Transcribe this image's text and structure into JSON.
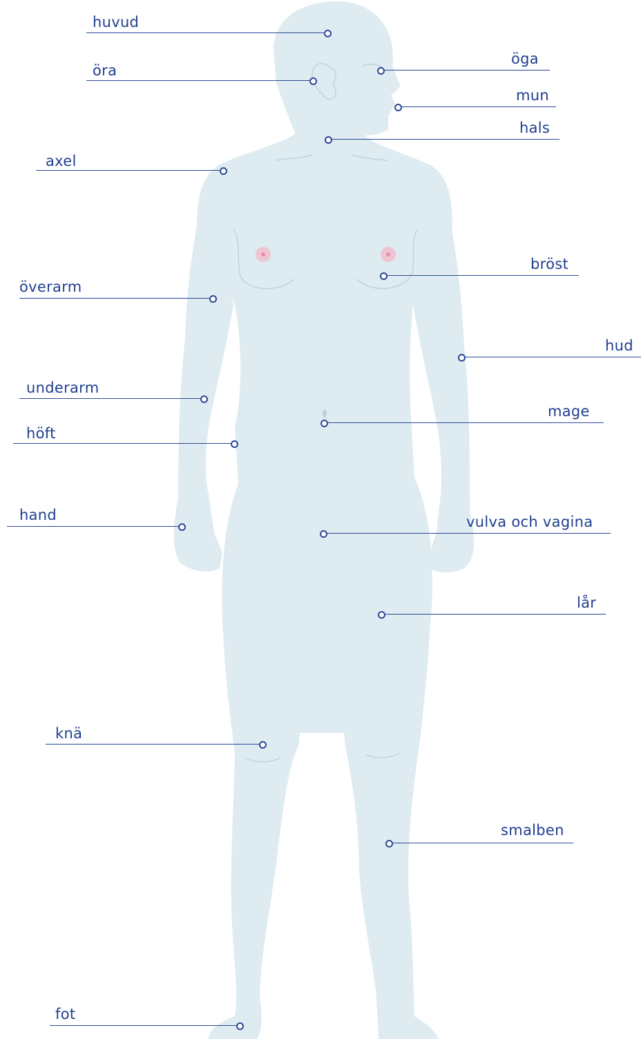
{
  "colors": {
    "body": "#deebf1",
    "label": "#1f3e8f",
    "line": "#2b4797",
    "nipple": "#f3b9c8",
    "detail": "#bcd3df"
  },
  "labels": {
    "huvud": "huvud",
    "ora": "öra",
    "oga": "öga",
    "mun": "mun",
    "hals": "hals",
    "axel": "axel",
    "brost": "bröst",
    "overarm": "överarm",
    "hud": "hud",
    "underarm": "underarm",
    "mage": "mage",
    "hoft": "höft",
    "hand": "hand",
    "vulva": "vulva och vagina",
    "lar": "lår",
    "kna": "knä",
    "smalben": "smalben",
    "fot": "fot"
  }
}
